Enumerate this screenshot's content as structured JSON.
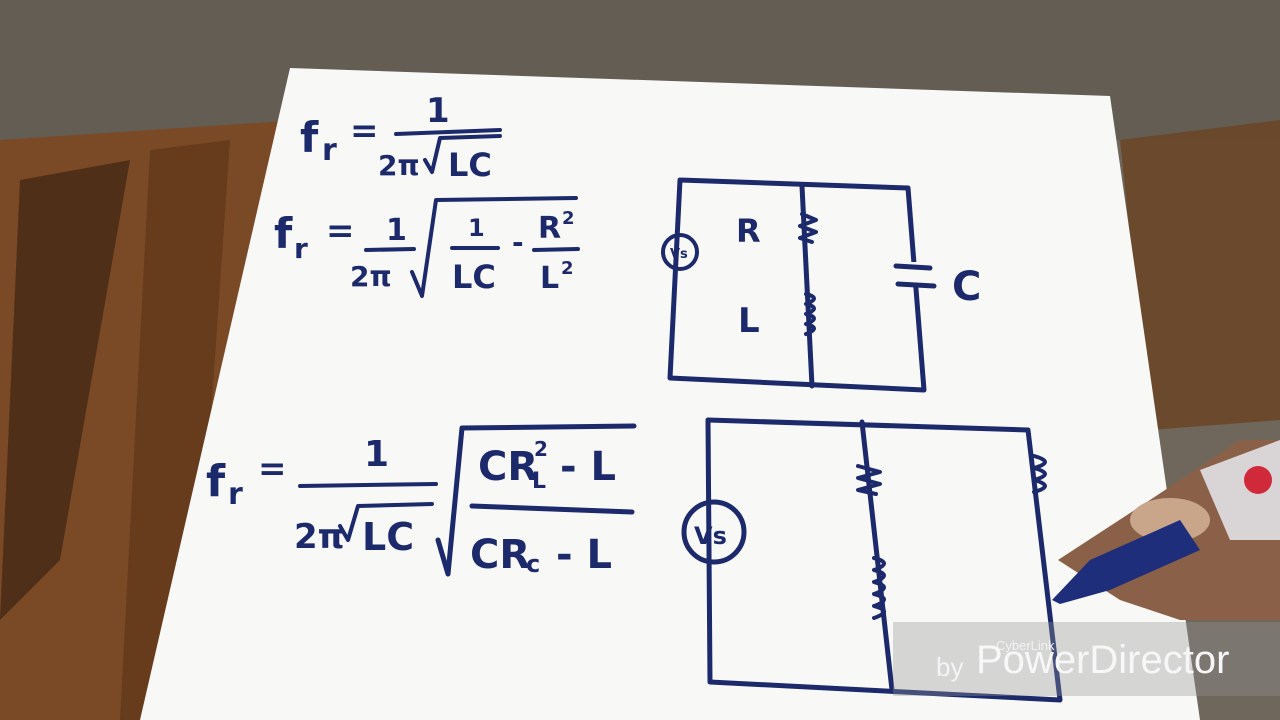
{
  "colors": {
    "ink": "#1c2a6b",
    "paper": "#f8f8f6",
    "table": "#7a4a26",
    "floor": "#6d6359"
  },
  "formula1": {
    "lhs": "f",
    "sub": "r",
    "eq": "=",
    "num": "1",
    "den_a": "2π",
    "den_b": "LC"
  },
  "formula2": {
    "lhs": "f",
    "sub": "r",
    "eq": "=",
    "num": "1",
    "den": "2π",
    "t1_num": "1",
    "t1_den": "LC",
    "minus": "-",
    "t2_num": "R",
    "t2_num_sup": "2",
    "t2_den": "L",
    "t2_den_sup": "2"
  },
  "formula3": {
    "lhs": "f",
    "sub": "r",
    "eq": "=",
    "num": "1",
    "den_a": "2π",
    "den_b": "LC",
    "r_num_a": "CR",
    "r_num_sub": "L",
    "r_num_sup": "2",
    "r_num_b": "- L",
    "r_den_a": "CR",
    "r_den_sub": "c",
    "r_den_b": "- L"
  },
  "circuit1": {
    "source": "Vs",
    "r_label": "R",
    "l_label": "L",
    "c_label": "C"
  },
  "circuit2": {
    "source": "Vs"
  },
  "watermark": {
    "small": "CyberLink",
    "by": "by",
    "brand": "PowerDirector"
  }
}
